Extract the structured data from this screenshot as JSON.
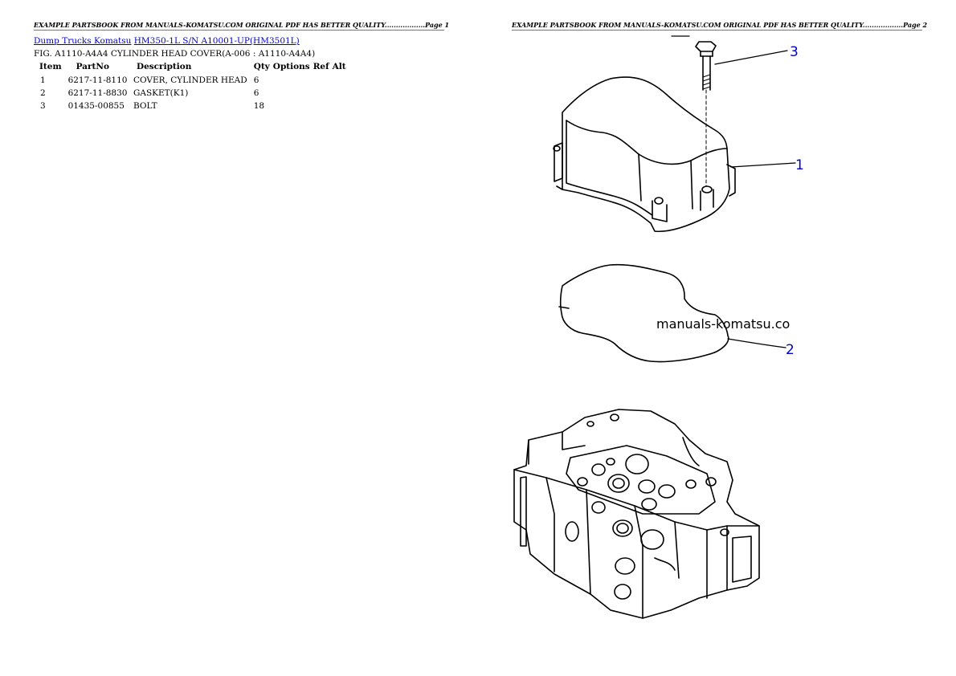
{
  "header": {
    "left": "EXAMPLE PARTSBOOK FROM MANUALS-KOMATSU.COM ORIGINAL PDF HAS BETTER QUALITY..................Page 1",
    "right": "EXAMPLE PARTSBOOK FROM MANUALS-KOMATSU.COM ORIGINAL PDF HAS BETTER QUALITY..................Page 2"
  },
  "breadcrumb": {
    "link1": "Dump Trucks Komatsu",
    "link2": "HM350-1L S/N A10001-UP(HM3501L)"
  },
  "figure_title": "FIG. A1110-A4A4 CYLINDER HEAD COVER(A-006 : A1110-A4A4)",
  "table": {
    "headers": {
      "item": "Item",
      "partno": "PartNo",
      "description": "Description",
      "qty": "Qty",
      "options": "Options",
      "ref": "Ref",
      "alt": "Alt"
    },
    "rows": [
      {
        "item": "1",
        "partno": "6217-11-8110",
        "description": "COVER, CYLINDER HEAD",
        "qty": "6"
      },
      {
        "item": "2",
        "partno": "6217-11-8830",
        "description": "GASKET(K1)",
        "qty": "6"
      },
      {
        "item": "3",
        "partno": "01435-00855",
        "description": "BOLT",
        "qty": "18"
      }
    ]
  },
  "diagram": {
    "callouts": {
      "c1": "1",
      "c2": "2",
      "c3": "3"
    },
    "watermark": "manuals-komatsu.co"
  }
}
